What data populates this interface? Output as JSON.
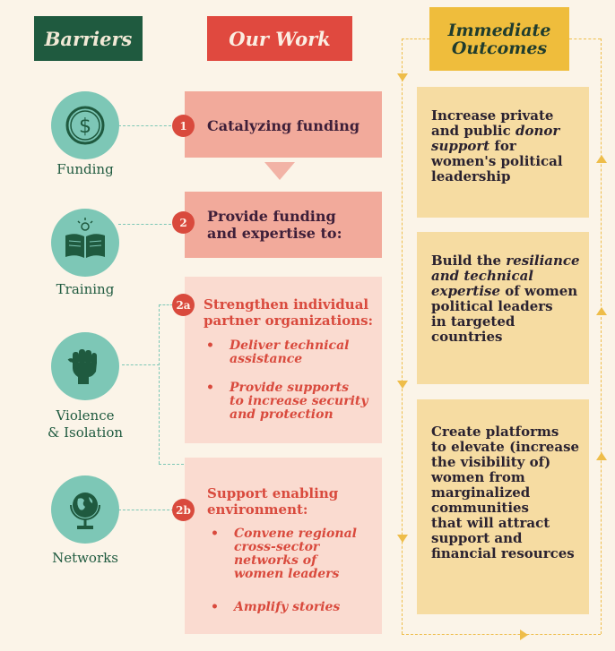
{
  "headers": {
    "barriers": "Barriers",
    "our_work": "Our Work",
    "outcomes_line1": "Immediate",
    "outcomes_line2": "Outcomes"
  },
  "barriers": [
    {
      "label": "Funding",
      "icon": "dollar-icon"
    },
    {
      "label": "Training",
      "icon": "open-book-icon"
    },
    {
      "label_line1": "Violence",
      "label_line2": "& Isolation",
      "icon": "raised-fist-icon"
    },
    {
      "label": "Networks",
      "icon": "globe-icon"
    }
  ],
  "work": {
    "step1": {
      "num": "1",
      "title": "Catalyzing funding"
    },
    "step2": {
      "num": "2",
      "title_line1": "Provide funding",
      "title_line2": "and expertise to:"
    },
    "step2a": {
      "num": "2a",
      "title_line1": "Strengthen individual",
      "title_line2": "partner organizations:",
      "bullets": [
        {
          "line1": "Deliver technical",
          "line2": "assistance"
        },
        {
          "line1": "Provide supports",
          "line2": "to increase security",
          "line3": "and protection"
        }
      ]
    },
    "step2b": {
      "num": "2b",
      "title_line1": "Support enabling",
      "title_line2": "environment:",
      "bullets": [
        {
          "line1": "Convene regional",
          "line2": "cross-sector",
          "line3": "networks of",
          "line4": "women leaders"
        },
        {
          "line1": "Amplify stories"
        }
      ]
    }
  },
  "outcomes": [
    {
      "l1": "Increase private",
      "l2a": "and public ",
      "l2b": "donor",
      "l3a": "support",
      "l3b": " for",
      "l4": "women's political",
      "l5": "leadership"
    },
    {
      "l1a": "Build the ",
      "l1b": "resiliance",
      "l2": "and technical",
      "l3a": "expertise",
      "l3b": " of women",
      "l4": "political leaders",
      "l5": "in targeted",
      "l6": "countries"
    },
    {
      "l1": "Create platforms",
      "l2": "to elevate (increase",
      "l3": "the visibility of)",
      "l4": "women from",
      "l5": "marginalized",
      "l6": "communities",
      "l7": "that will attract",
      "l8": "support and",
      "l9": "financial resources"
    }
  ],
  "colors": {
    "background": "#fbf4e8",
    "barriers_green": "#1f5a3f",
    "work_red": "#e0493f",
    "outcomes_yellow": "#efbd3c",
    "teal": "#7dc7b6"
  }
}
